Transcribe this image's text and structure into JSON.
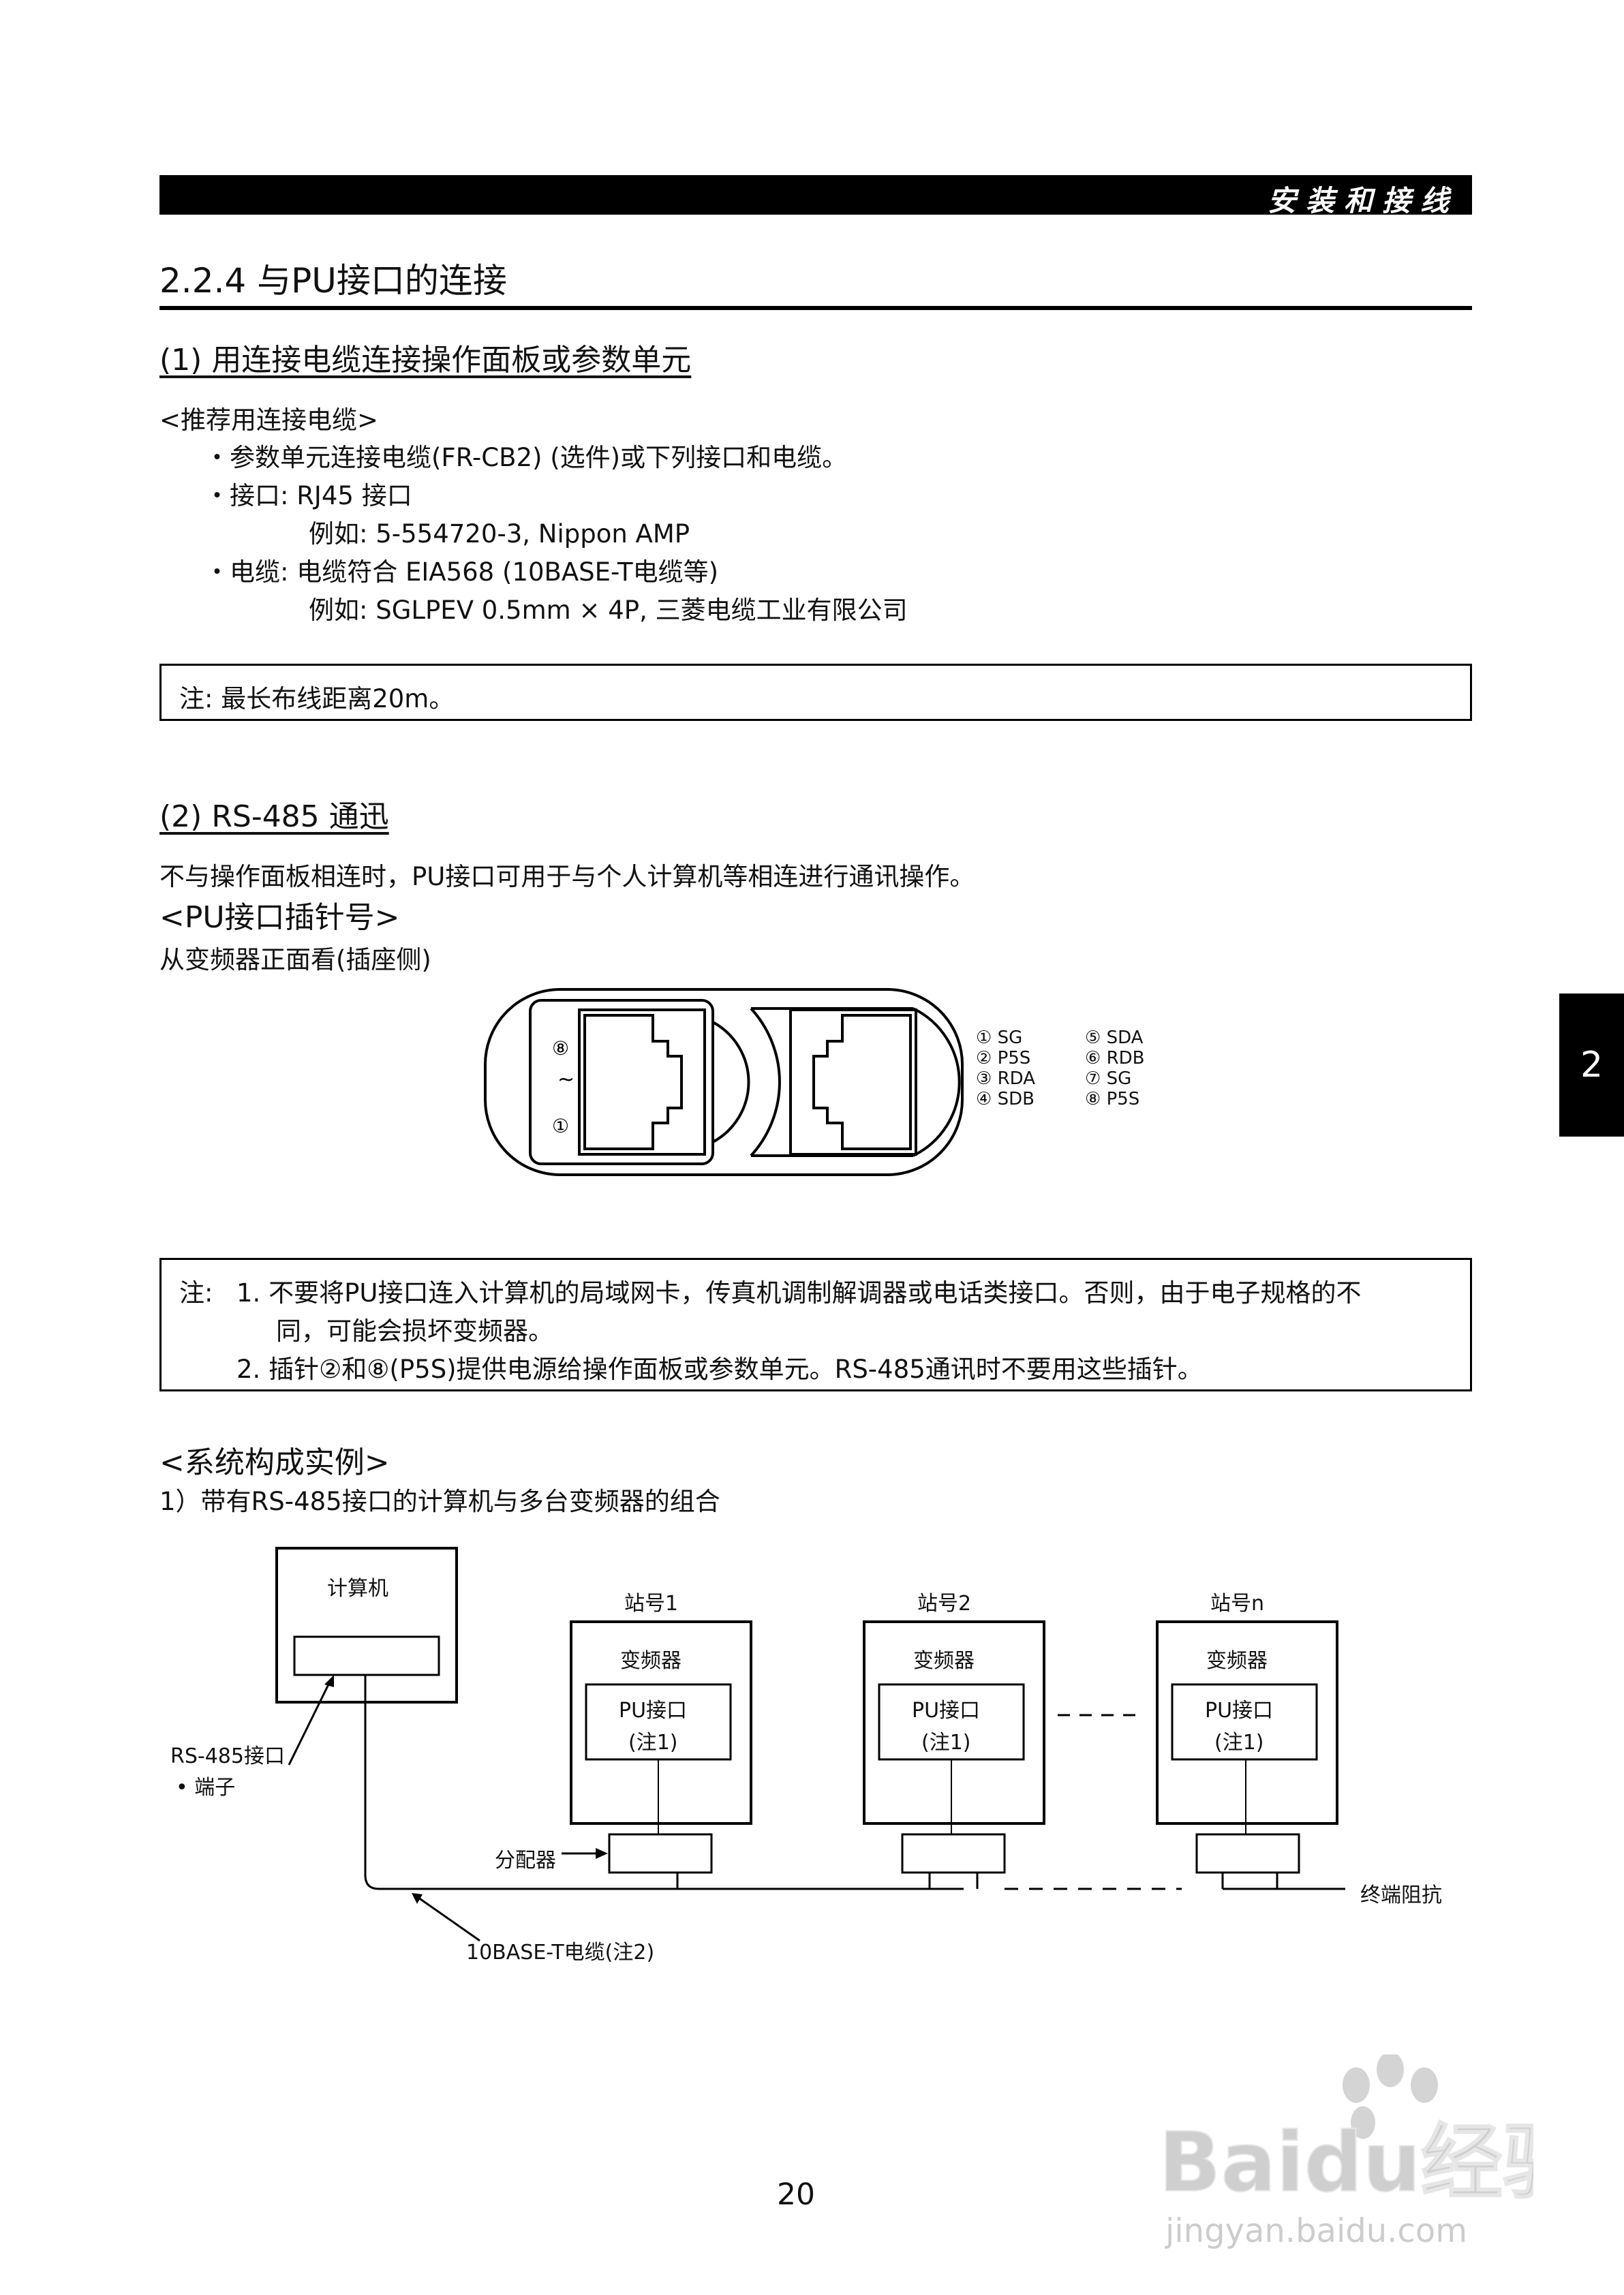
{
  "header": {
    "chapter_title": "安装和接线"
  },
  "section": {
    "title": "2.2.4 与PU接口的连接"
  },
  "part1": {
    "title": "(1) 用连接电缆连接操作面板或参数单元",
    "recommended_heading": "<推荐用连接电缆>",
    "bullet1": "・参数单元连接电缆(FR-CB2) (选件)或下列接口和电缆。",
    "bullet2": "・接口: RJ45 接口",
    "bullet2_example": "例如: 5-554720-3, Nippon AMP",
    "bullet3": "・电缆: 电缆符合 EIA568 (10BASE-T电缆等)",
    "bullet3_example": "例如: SGLPEV 0.5mm × 4P, 三菱电缆工业有限公司",
    "note": "注: 最长布线距离20m。"
  },
  "part2": {
    "title": "(2) RS-485 通迅",
    "intro": "不与操作面板相连时，PU接口可用于与个人计算机等相连进行通讯操作。",
    "pin_heading": "<PU接口插针号>",
    "view_note": "从变频器正面看(插座侧)",
    "connector_pin_top": "⑧",
    "connector_pin_bottom": "①",
    "connector_pin_dash": "~",
    "pins_left": [
      "① SG",
      "② P5S",
      "③ RDA",
      "④ SDB"
    ],
    "pins_right": [
      "⑤ SDA",
      "⑥ RDB",
      "⑦ SG",
      "⑧ P5S"
    ],
    "note_prefix": "注:",
    "note1_line1": "1. 不要将PU接口连入计算机的局域网卡，传真机调制解调器或电话类接口。否则，由于电子规格的不",
    "note1_line2": "同，可能会损坏变频器。",
    "note2": "2. 插针②和⑧(P5S)提供电源给操作面板或参数单元。RS-485通讯时不要用这些插针。"
  },
  "system": {
    "heading": "<系统构成实例>",
    "example1": "1）带有RS-485接口的计算机与多台变频器的组合",
    "computer_label": "计算机",
    "rs485_label": "RS-485接口",
    "terminal_label": "• 端子",
    "stations": [
      {
        "number": "站号1",
        "device": "变频器",
        "port": "PU接口",
        "port_note": "(注1)"
      },
      {
        "number": "站号2",
        "device": "变频器",
        "port": "PU接口",
        "port_note": "(注1)"
      },
      {
        "number": "站号n",
        "device": "变频器",
        "port": "PU接口",
        "port_note": "(注1)"
      }
    ],
    "splitter_label": "分配器",
    "terminator_label": "终端阻抗",
    "cable_label": "10BASE-T电缆(注2)"
  },
  "side_tab": "2",
  "page_number": "20",
  "watermark": {
    "brand": "Baidu经验",
    "url": "jingyan.baidu.com"
  }
}
